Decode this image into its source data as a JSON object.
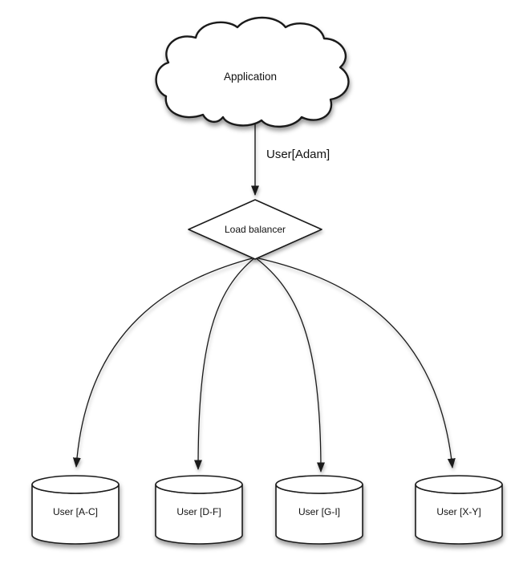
{
  "diagram": {
    "background_color": "#ffffff",
    "line_color": "#1a1a1a",
    "shape_fill_color": "#ffffff",
    "nodes": {
      "application": {
        "shape": "cloud",
        "label": "Application"
      },
      "load_balancer": {
        "shape": "diamond",
        "label": "Load balancer"
      },
      "shards": [
        {
          "shape": "cylinder",
          "label": "User [A-C]"
        },
        {
          "shape": "cylinder",
          "label": "User [D-F]"
        },
        {
          "shape": "cylinder",
          "label": "User [G-I]"
        },
        {
          "shape": "cylinder",
          "label": "User [X-Y]"
        }
      ]
    },
    "edges": {
      "app_to_balancer": {
        "label": "User[Adam]"
      }
    }
  }
}
